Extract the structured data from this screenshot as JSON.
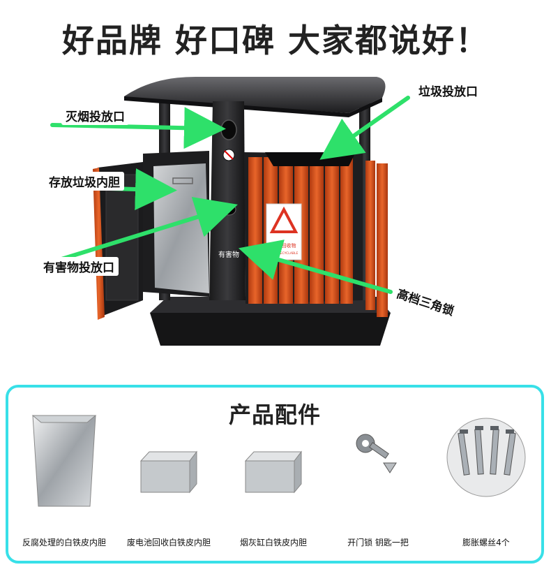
{
  "headline": "好品牌 好口碑 大家都说好！",
  "callouts": {
    "smoke": "灭烟投放口",
    "garbage": "垃圾投放口",
    "liner": "存放垃圾内胆",
    "hazard": "有害物投放口",
    "lock": "高档三角锁"
  },
  "bin_labels": {
    "hazard_text": "有害物",
    "recycle_text": "不可回收物",
    "recycle_sub": "NON-RECYCLABLE"
  },
  "accessories": {
    "title": "产品配件",
    "items": [
      {
        "label": "反腐处理的白铁皮内胆"
      },
      {
        "label": "废电池回收白铁皮内胆"
      },
      {
        "label": "烟灰缸白铁皮内胆"
      },
      {
        "label": "开门锁 钥匙一把"
      },
      {
        "label": "膨胀螺丝4个"
      }
    ]
  },
  "colors": {
    "arrow": "#2ee06a",
    "panel_border": "#38e0e8",
    "wood": "#d9531e",
    "steel": "#2a2a2c"
  }
}
